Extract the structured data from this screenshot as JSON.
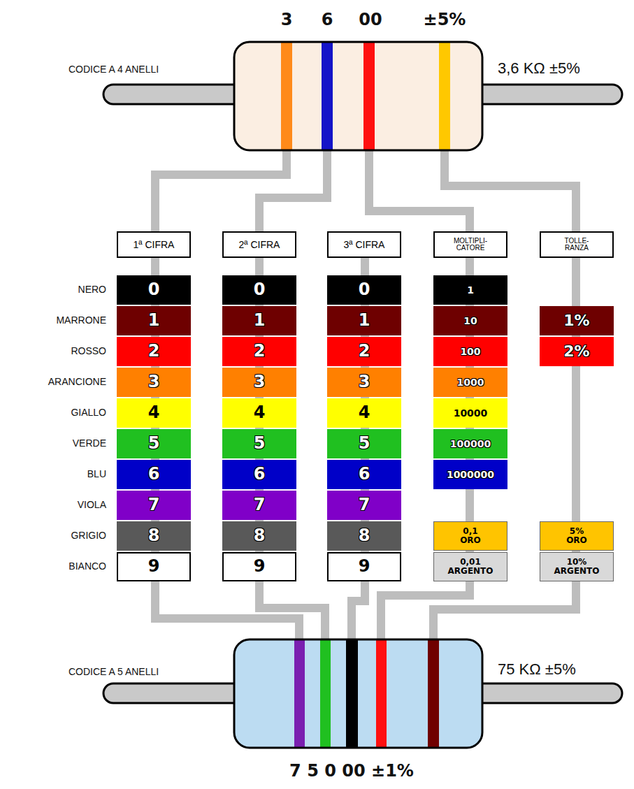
{
  "diagram": {
    "nodes": [
      {
        "text": [
          "1ª CIFRA"
        ]
      },
      {
        "text": [
          "2ª CIFRA"
        ]
      },
      {
        "text": [
          "3ª CIFRA"
        ]
      },
      {
        "text": [
          "MOLTIPLI- CATORE"
        ]
      },
      {
        "text": [
          "TOLLE- RANZA"
        ]
      },
      {
        "text": [
          "0"
        ]
      },
      {
        "text": [
          "1"
        ]
      },
      {
        "text": [
          "2"
        ]
      },
      {
        "text": [
          "3"
        ]
      },
      {
        "text": [
          "4"
        ]
      },
      {
        "text": [
          "5"
        ]
      },
      {
        "text": [
          "6"
        ]
      },
      {
        "text": [
          "7"
        ]
      },
      {
        "text": [
          "8"
        ]
      },
      {
        "text": [
          "9"
        ]
      },
      {
        "text": [
          "0"
        ]
      },
      {
        "text": [
          "1"
        ]
      },
      {
        "text": [
          "2"
        ]
      },
      {
        "text": [
          "3"
        ]
      },
      {
        "text": [
          "4"
        ]
      },
      {
        "text": [
          "5"
        ]
      },
      {
        "text": [
          "6"
        ]
      },
      {
        "text": [
          "7"
        ]
      },
      {
        "text": [
          "8"
        ]
      },
      {
        "text": [
          "9"
        ]
      },
      {
        "text": [
          "0"
        ]
      },
      {
        "text": [
          "1"
        ]
      },
      {
        "text": [
          "2"
        ]
      },
      {
        "text": [
          "3"
        ]
      },
      {
        "text": [
          "4"
        ]
      },
      {
        "text": [
          "5"
        ]
      },
      {
        "text": [
          "6"
        ]
      },
      {
        "text": [
          "7"
        ]
      },
      {
        "text": [
          "8"
        ]
      },
      {
        "text": [
          "9"
        ]
      },
      {
        "text": [
          "1"
        ]
      },
      {
        "text": [
          "10"
        ]
      },
      {
        "text": [
          "100"
        ]
      },
      {
        "text": [
          "1000"
        ]
      },
      {
        "text": [
          "10000"
        ]
      },
      {
        "text": [
          "100000"
        ]
      },
      {
        "text": [
          "1000000"
        ]
      },
      {
        "text": [
          "0,1 ORO"
        ]
      },
      {
        "text": [
          "0,01 ARGENTO"
        ]
      },
      {
        "text": [
          "1%"
        ]
      },
      {
        "text": [
          "2%"
        ]
      },
      {
        "text": [
          "5% ORO"
        ]
      },
      {
        "text": [
          "10% ARGENTO"
        ]
      }
    ],
    "labels": [
      "3",
      "6",
      "00",
      "±5%",
      "CODICE A 4 ANELLI",
      "3,6 KΩ ±5%",
      "NERO",
      "MARRONE",
      "ROSSO",
      "ARANCIONE",
      "GIALLO",
      "VERDE",
      "BLU",
      "VIOLA",
      "GRIGIO",
      "BIANCO",
      "CODICE A 5 ANELLI",
      "75 KΩ ±5%",
      "7 5 0 00 ±1%"
    ]
  }
}
